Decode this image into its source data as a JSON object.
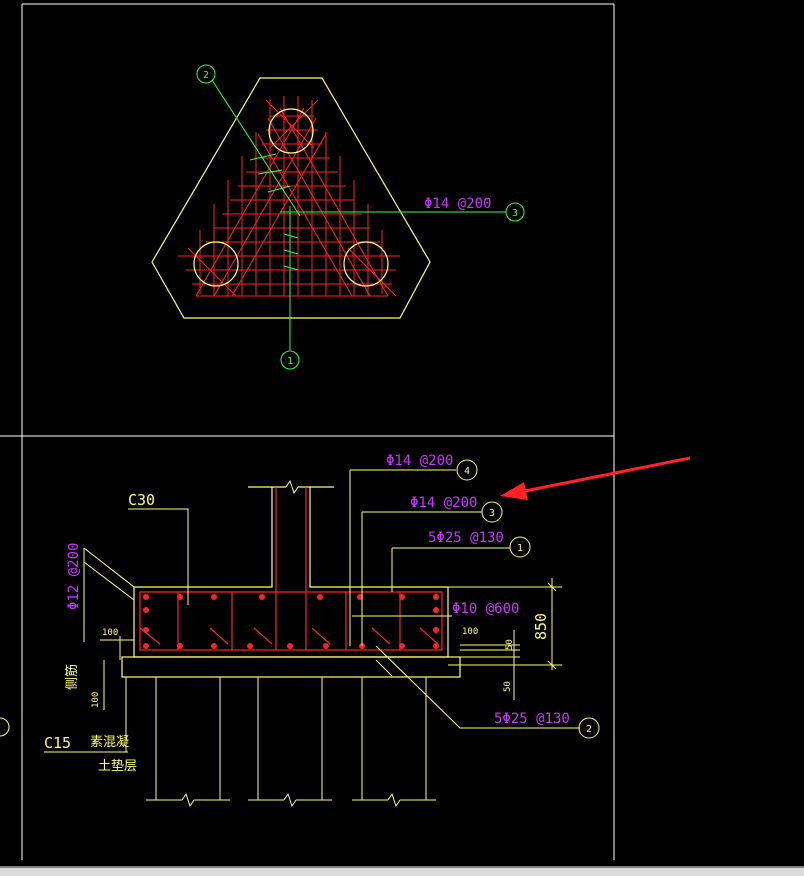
{
  "plan": {
    "callouts": [
      {
        "id": "plan-bubble-2",
        "number": "2"
      },
      {
        "id": "plan-bubble-3",
        "number": "3",
        "label": "Φ14 @200"
      },
      {
        "id": "plan-bubble-1",
        "number": "1"
      }
    ]
  },
  "section": {
    "concrete_grade": "C30",
    "cushion_grade": "C15",
    "cushion_label_1": "素混凝",
    "cushion_label_2": "土垫层",
    "side_rebar": "Φ12 @200",
    "side_note": "侧筋",
    "stirrup": "Φ10 @600",
    "height_dim": "850",
    "dim_100_left": "100",
    "dim_100_right": "100",
    "dim_100_bottom": "100",
    "dim_50_a": "50",
    "dim_50_b": "50",
    "callouts": [
      {
        "id": "sec-bubble-4",
        "number": "4",
        "label": "Φ14 @200"
      },
      {
        "id": "sec-bubble-3",
        "number": "3",
        "label": "Φ14 @200"
      },
      {
        "id": "sec-bubble-1",
        "number": "1",
        "label": "5Φ25 @130"
      },
      {
        "id": "sec-bubble-2",
        "number": "2",
        "label": "5Φ25 @130"
      }
    ]
  },
  "colors": {
    "background": "#000000",
    "frame": "#ffffff",
    "outline": "#ffff66",
    "rebar": "#ff2222",
    "axis": "#33ff33",
    "text_dim": "#cc33ff",
    "arrow": "#ff2222"
  }
}
